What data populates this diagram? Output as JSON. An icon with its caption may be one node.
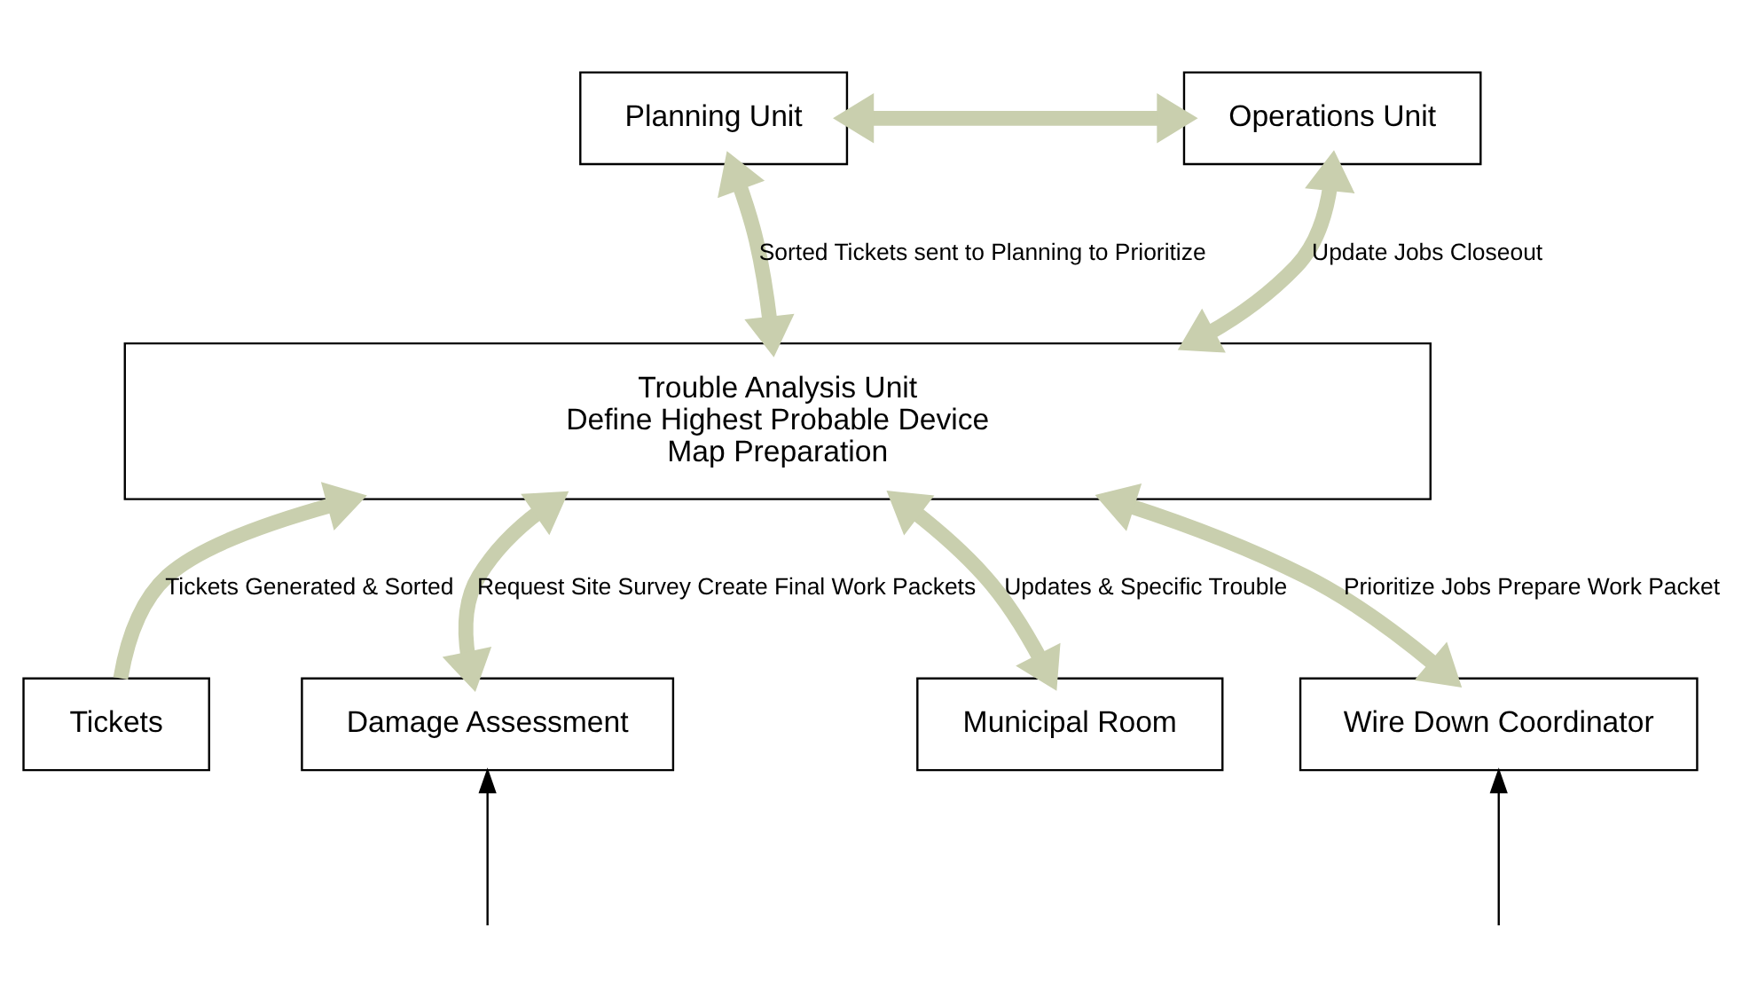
{
  "diagram": {
    "nodes": [
      {
        "text": [
          "Planning Unit"
        ]
      },
      {
        "text": [
          "Operations Unit"
        ]
      },
      {
        "text": [
          "Trouble Analysis Unit",
          "Define Highest Probable Device",
          "Map Preparation"
        ]
      },
      {
        "text": [
          "Tickets"
        ]
      },
      {
        "text": [
          "Damage Assessment"
        ]
      },
      {
        "text": [
          "Municipal Room"
        ]
      },
      {
        "text": [
          "Wire Down Coordinator"
        ]
      }
    ],
    "edges": [
      {
        "from": 0,
        "to": 1,
        "arrow": "both"
      },
      {
        "from": 0,
        "to": 2,
        "arrow": "both",
        "label": "Sorted Tickets sent to Planning to Prioritize"
      },
      {
        "from": 1,
        "to": 2,
        "arrow": "both",
        "label": "Update Jobs Closeout"
      },
      {
        "from": 3,
        "to": 2,
        "arrow": "to",
        "label": "Tickets Generated & Sorted"
      },
      {
        "from": 4,
        "to": 2,
        "arrow": "both",
        "label": "Request Site Survey Create Final Work Packets"
      },
      {
        "from": 5,
        "to": 2,
        "arrow": "both",
        "label": "Updates & Specific Trouble"
      },
      {
        "from": 6,
        "to": 2,
        "arrow": "both",
        "label": "Prioritize Jobs Prepare Work Packet"
      },
      {
        "from": null,
        "to": 4,
        "arrow": "to",
        "color": "#000000"
      },
      {
        "from": null,
        "to": 6,
        "arrow": "to",
        "color": "#000000"
      }
    ]
  }
}
